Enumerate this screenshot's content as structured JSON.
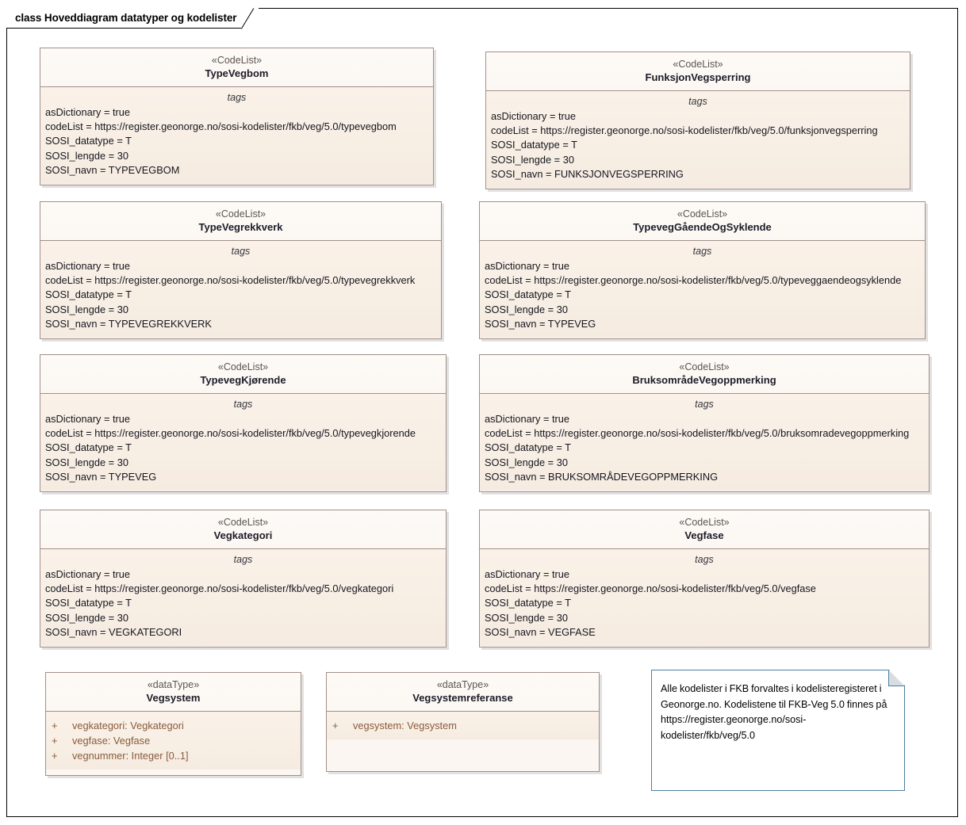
{
  "diagram": {
    "title": "class Hoveddiagram datatyper og kodelister",
    "frame_border_color": "#000000",
    "class_fill": "#f7eee4",
    "class_border": "#a38f8a",
    "note_border": "#4d7f9e",
    "attribute_color": "#8a5a3b"
  },
  "classes": [
    {
      "stereotype": "«CodeList»",
      "name": "TypeVegbom",
      "compartment": "tags",
      "tags": [
        "asDictionary = true",
        "codeList = https://register.geonorge.no/sosi-kodelister/fkb/veg/5.0/typevegbom",
        "SOSI_datatype = T",
        "SOSI_lengde = 30",
        "SOSI_navn = TYPEVEGBOM"
      ]
    },
    {
      "stereotype": "«CodeList»",
      "name": "FunksjonVegsperring",
      "compartment": "tags",
      "tags": [
        "asDictionary = true",
        "codeList = https://register.geonorge.no/sosi-kodelister/fkb/veg/5.0/funksjonvegsperring",
        "SOSI_datatype = T",
        "SOSI_lengde = 30",
        "SOSI_navn = FUNKSJONVEGSPERRING"
      ]
    },
    {
      "stereotype": "«CodeList»",
      "name": "TypeVegrekkverk",
      "compartment": "tags",
      "tags": [
        "asDictionary = true",
        "codeList = https://register.geonorge.no/sosi-kodelister/fkb/veg/5.0/typevegrekkverk",
        "SOSI_datatype = T",
        "SOSI_lengde = 30",
        "SOSI_navn = TYPEVEGREKKVERK"
      ]
    },
    {
      "stereotype": "«CodeList»",
      "name": "TypevegGåendeOgSyklende",
      "compartment": "tags",
      "tags": [
        "asDictionary = true",
        "codeList = https://register.geonorge.no/sosi-kodelister/fkb/veg/5.0/typeveggaendeogsyklende",
        "SOSI_datatype = T",
        "SOSI_lengde = 30",
        "SOSI_navn = TYPEVEG"
      ]
    },
    {
      "stereotype": "«CodeList»",
      "name": "TypevegKjørende",
      "compartment": "tags",
      "tags": [
        "asDictionary = true",
        "codeList = https://register.geonorge.no/sosi-kodelister/fkb/veg/5.0/typevegkjorende",
        "SOSI_datatype = T",
        "SOSI_lengde = 30",
        "SOSI_navn = TYPEVEG"
      ]
    },
    {
      "stereotype": "«CodeList»",
      "name": "BruksområdeVegoppmerking",
      "compartment": "tags",
      "tags": [
        "asDictionary = true",
        "codeList = https://register.geonorge.no/sosi-kodelister/fkb/veg/5.0/bruksomradevegoppmerking",
        "SOSI_datatype = T",
        "SOSI_lengde = 30",
        "SOSI_navn = BRUKSOMRÅDEVEGOPPMERKING"
      ]
    },
    {
      "stereotype": "«CodeList»",
      "name": "Vegkategori",
      "compartment": "tags",
      "tags": [
        "asDictionary = true",
        "codeList = https://register.geonorge.no/sosi-kodelister/fkb/veg/5.0/vegkategori",
        "SOSI_datatype = T",
        "SOSI_lengde = 30",
        "SOSI_navn = VEGKATEGORI"
      ]
    },
    {
      "stereotype": "«CodeList»",
      "name": "Vegfase",
      "compartment": "tags",
      "tags": [
        "asDictionary = true",
        "codeList = https://register.geonorge.no/sosi-kodelister/fkb/veg/5.0/vegfase",
        "SOSI_datatype = T",
        "SOSI_lengde = 30",
        "SOSI_navn = VEGFASE"
      ]
    }
  ],
  "datatypes": [
    {
      "stereotype": "«dataType»",
      "name": "Vegsystem",
      "attributes": [
        {
          "visibility": "+",
          "text": "vegkategori: Vegkategori"
        },
        {
          "visibility": "+",
          "text": "vegfase: Vegfase"
        },
        {
          "visibility": "+",
          "text": "vegnummer: Integer [0..1]"
        }
      ]
    },
    {
      "stereotype": "«dataType»",
      "name": "Vegsystemreferanse",
      "attributes": [
        {
          "visibility": "+",
          "text": "vegsystem: Vegsystem"
        }
      ]
    }
  ],
  "note": {
    "text": "Alle kodelister i FKB forvaltes i kodelisteregisteret i Geonorge.no. Kodelistene til FKB-Veg 5.0 finnes på https://register.geonorge.no/sosi-kodelister/fkb/veg/5.0"
  }
}
